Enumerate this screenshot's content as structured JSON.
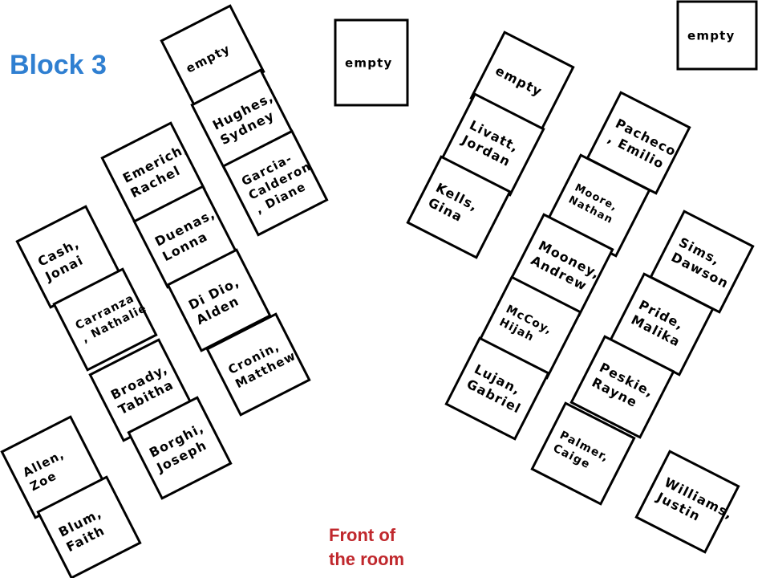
{
  "title": "Block 3",
  "front_label": {
    "line1": "Front of",
    "line2": "the room"
  },
  "colors": {
    "title": "#2f7fd1",
    "front_label": "#c0282d",
    "desk_border": "#000000",
    "desk_fill": "#ffffff",
    "desk_text": "#000000"
  },
  "seats": [
    {
      "id": "empty-top-left",
      "lines": [
        "empty"
      ]
    },
    {
      "id": "hughes-sydney",
      "lines": [
        "Hughes,",
        "Sydney"
      ]
    },
    {
      "id": "garcia-calderon-diane",
      "lines": [
        "Garcia-",
        "Calderon",
        ", Diane"
      ]
    },
    {
      "id": "emerich-rachel",
      "lines": [
        "Emerich,",
        "Rachel"
      ]
    },
    {
      "id": "duenas-lonna",
      "lines": [
        "Duenas,",
        "Lonna"
      ]
    },
    {
      "id": "di-dio-alden",
      "lines": [
        "Di Dio,",
        "Alden"
      ]
    },
    {
      "id": "cronin-matthew",
      "lines": [
        "Cronin,",
        "Matthew"
      ]
    },
    {
      "id": "cash-jonai",
      "lines": [
        "Cash,",
        "Jonai"
      ]
    },
    {
      "id": "carranza-nathalie",
      "lines": [
        "Carranza",
        ", Nathalie"
      ]
    },
    {
      "id": "broady-tabitha",
      "lines": [
        "Broady,",
        "Tabitha"
      ]
    },
    {
      "id": "borghi-joseph",
      "lines": [
        "Borghi,",
        "Joseph"
      ]
    },
    {
      "id": "allen-zoe",
      "lines": [
        "Allen,",
        "Zoe"
      ]
    },
    {
      "id": "blum-faith",
      "lines": [
        "Blum,",
        "Faith"
      ]
    },
    {
      "id": "empty-center",
      "lines": [
        "empty"
      ]
    },
    {
      "id": "empty-top-right",
      "lines": [
        "empty"
      ]
    },
    {
      "id": "empty-right-column",
      "lines": [
        "empty"
      ]
    },
    {
      "id": "livatt-jordan",
      "lines": [
        "Livatt,",
        "Jordan"
      ]
    },
    {
      "id": "kells-gina",
      "lines": [
        "Kells,",
        "Gina"
      ]
    },
    {
      "id": "pacheco-emilio",
      "lines": [
        "Pacheco",
        ", Emilio"
      ]
    },
    {
      "id": "moore-nathan",
      "lines": [
        "Moore,",
        "Nathan"
      ]
    },
    {
      "id": "mooney-andrew",
      "lines": [
        "Mooney,",
        "Andrew"
      ]
    },
    {
      "id": "mccoy-hijah",
      "lines": [
        "McCoy,",
        "Hijah"
      ]
    },
    {
      "id": "lujan-gabriel",
      "lines": [
        "Lujan,",
        "Gabriel"
      ]
    },
    {
      "id": "sims-dawson",
      "lines": [
        "Sims,",
        "Dawson"
      ]
    },
    {
      "id": "pride-malika",
      "lines": [
        "Pride,",
        "Malika"
      ]
    },
    {
      "id": "peskie-rayne",
      "lines": [
        "Peskie,",
        "Rayne"
      ]
    },
    {
      "id": "palmer-caige",
      "lines": [
        "Palmer,",
        "Caige"
      ]
    },
    {
      "id": "williams-justin",
      "lines": [
        "Williams,",
        "Justin"
      ]
    }
  ]
}
